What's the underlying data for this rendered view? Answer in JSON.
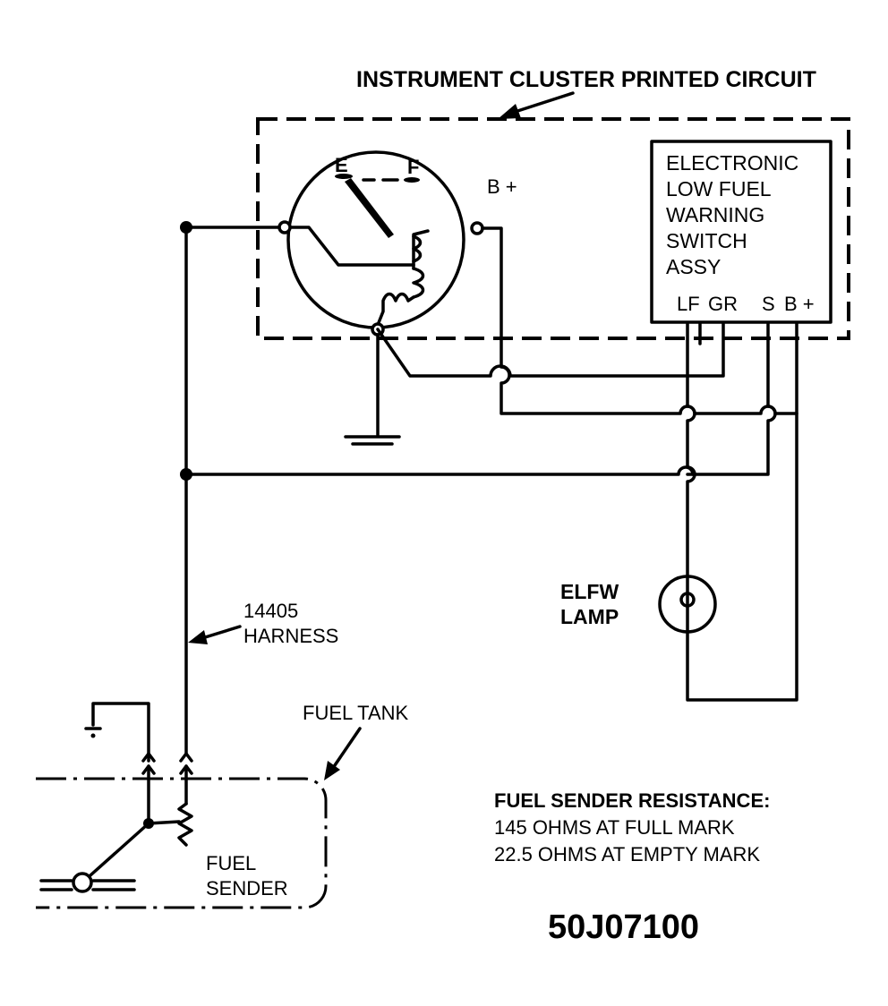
{
  "labels": {
    "cluster": "INSTRUMENT CLUSTER PRINTED CIRCUIT",
    "gauge_empty": "E",
    "gauge_full": "F",
    "gauge_bplus": "B +",
    "switch_lines": [
      "ELECTRONIC",
      "LOW FUEL",
      "WARNING",
      "SWITCH",
      "ASSY"
    ],
    "switch_pins": [
      "LF",
      "GR",
      "S",
      "B +"
    ],
    "lamp_lines": [
      "ELFW",
      "LAMP"
    ],
    "harness_lines": [
      "14405",
      "HARNESS"
    ],
    "fuel_tank": "FUEL TANK",
    "sender_lines": [
      "FUEL",
      "SENDER"
    ],
    "resistance_title": "FUEL SENDER RESISTANCE:",
    "resistance_full": "145 OHMS AT FULL MARK",
    "resistance_empty": "22.5 OHMS AT EMPTY MARK",
    "figure_code": "50J07100"
  }
}
